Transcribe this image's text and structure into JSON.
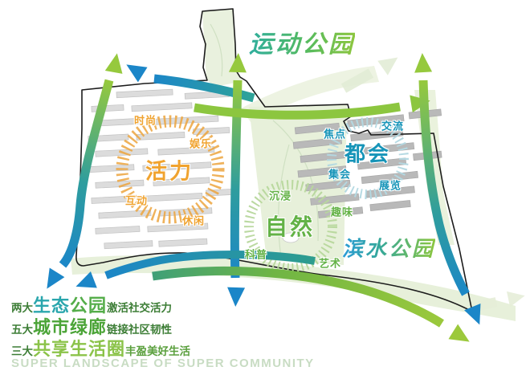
{
  "diagram": {
    "park_titles": {
      "sports": "运动公园",
      "waterfront": "滨水公园"
    },
    "zones": {
      "vitality": {
        "label": "活力",
        "color": "#f0a32f",
        "sub": {
          "fashion": "时尚",
          "entertainment": "娱乐",
          "interaction": "互动",
          "leisure": "休闲"
        }
      },
      "metropolis": {
        "label": "都会",
        "color": "#1694b8",
        "sub": {
          "focus": "焦点",
          "exchange": "交流",
          "gathering": "集会",
          "exhibition": "展览"
        }
      },
      "nature": {
        "label": "自然",
        "color": "#6cb84e",
        "sub": {
          "immersion": "沉浸",
          "fun": "趣味",
          "science": "科普",
          "art": "艺术"
        }
      }
    },
    "captions": [
      {
        "prefix": "两大",
        "big_a": "生态",
        "big_b": "公园",
        "suffix": "激活社交活力"
      },
      {
        "prefix": "五大",
        "big_a": "城市",
        "big_b": "绿廊",
        "suffix": "链接社区韧性"
      },
      {
        "prefix": "三大",
        "big_a": "共享",
        "big_b": "生活圈",
        "suffix": "丰盈美好生活"
      }
    ],
    "footer_en": "SUPER LANDSCAPE OF SUPER COMMUNITY",
    "colors": {
      "arrow_green": "#96c93d",
      "arrow_blue": "#1b86c8",
      "arrow_teal": "#2e9d9e",
      "zone_orange": "#f0a32f",
      "zone_teal": "#1694b8",
      "zone_green": "#6cb84e",
      "park_fill": "#e7f0da"
    }
  }
}
